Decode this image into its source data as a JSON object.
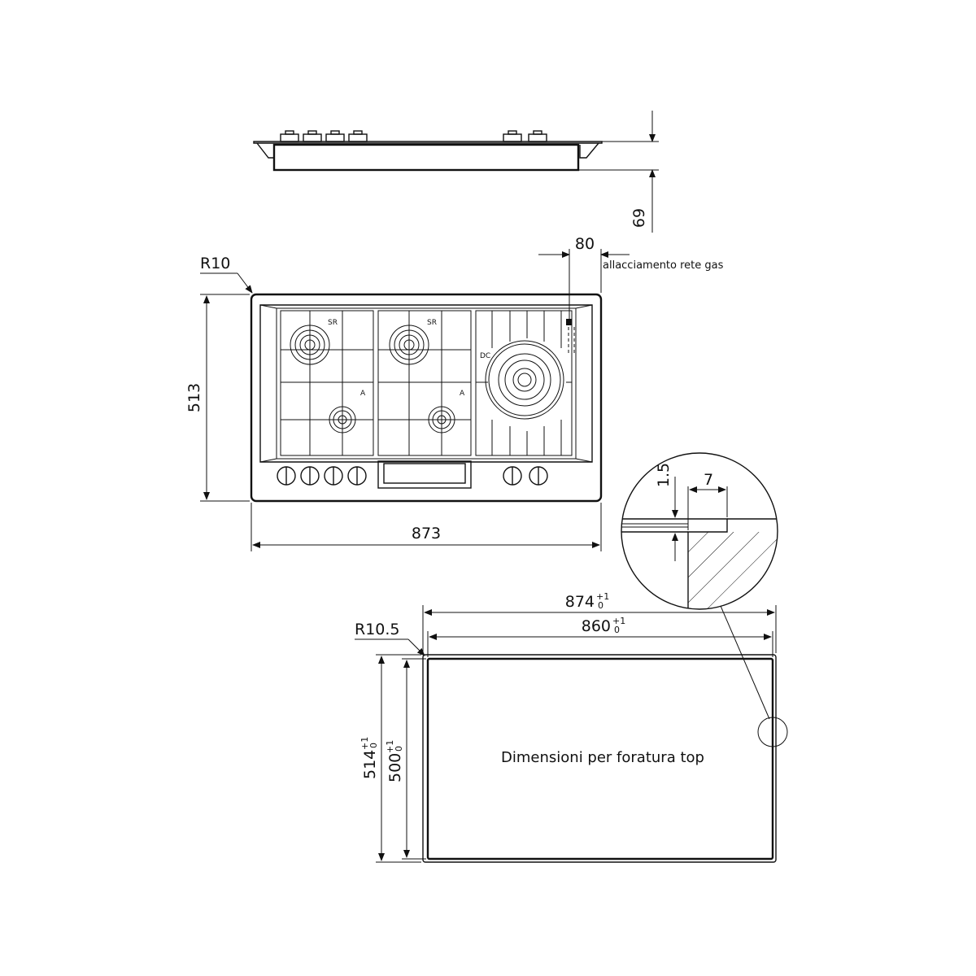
{
  "side_view": {
    "height_dim": "69"
  },
  "top_view": {
    "corner_radius": "R10",
    "width_dim": "873",
    "depth_dim": "513",
    "gas_offset_dim": "80",
    "gas_note": "allacciamento rete gas",
    "burners": [
      {
        "code": "SR"
      },
      {
        "code": "SR"
      },
      {
        "code": "A"
      },
      {
        "code": "A"
      },
      {
        "code": "DC"
      }
    ]
  },
  "detail": {
    "thickness_dim": "1.5",
    "edge_dim": "7"
  },
  "cutout": {
    "corner_radius": "R10.5",
    "outer_width": "874",
    "inner_width": "860",
    "outer_depth": "514",
    "inner_depth": "500",
    "tol_plus": "+1",
    "tol_minus": "0",
    "caption": "Dimensioni per foratura top"
  }
}
